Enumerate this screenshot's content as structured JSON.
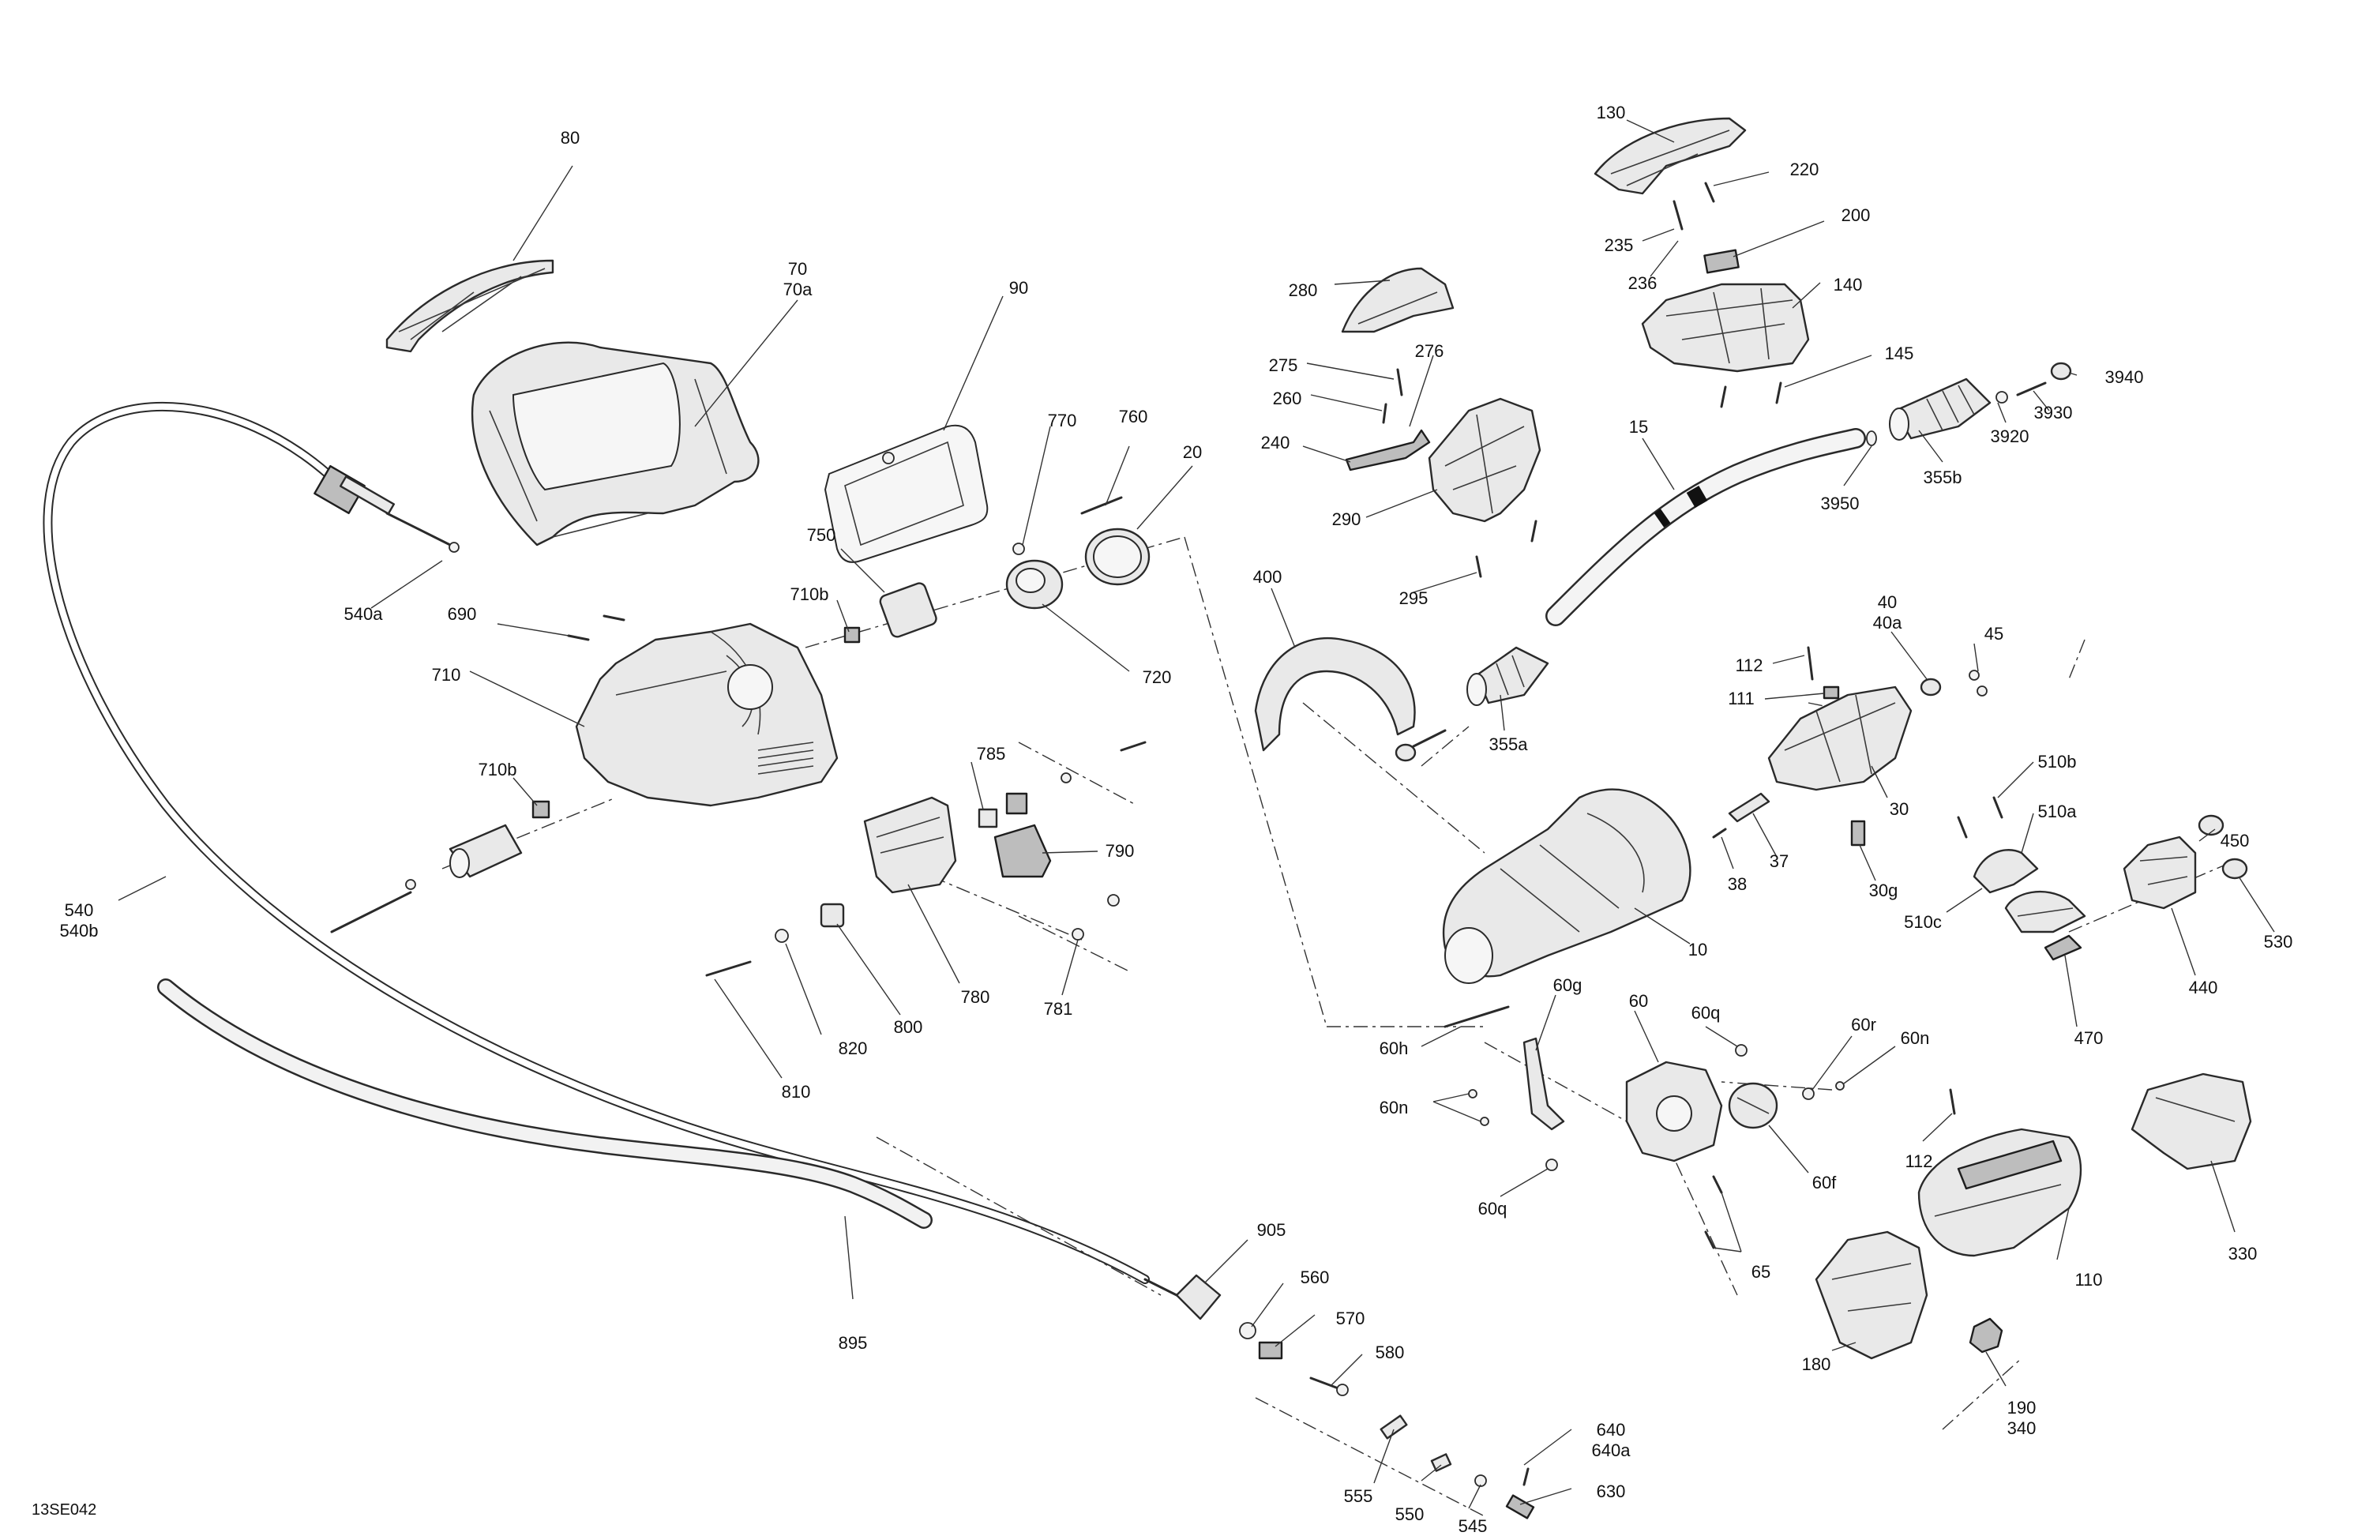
{
  "reference": "13SE042",
  "callouts": [
    {
      "id": "c80",
      "lines": [
        "80"
      ]
    },
    {
      "id": "c70",
      "lines": [
        "70",
        "70a"
      ]
    },
    {
      "id": "c90",
      "lines": [
        "90"
      ]
    },
    {
      "id": "c770",
      "lines": [
        "770"
      ]
    },
    {
      "id": "c760",
      "lines": [
        "760"
      ]
    },
    {
      "id": "c20",
      "lines": [
        "20"
      ]
    },
    {
      "id": "c750",
      "lines": [
        "750"
      ]
    },
    {
      "id": "c540a",
      "lines": [
        "540a"
      ]
    },
    {
      "id": "c690",
      "lines": [
        "690"
      ]
    },
    {
      "id": "c710b1",
      "lines": [
        "710b"
      ]
    },
    {
      "id": "c720",
      "lines": [
        "720"
      ]
    },
    {
      "id": "c710",
      "lines": [
        "710"
      ]
    },
    {
      "id": "c710b2",
      "lines": [
        "710b"
      ]
    },
    {
      "id": "c785",
      "lines": [
        "785"
      ]
    },
    {
      "id": "c790",
      "lines": [
        "790"
      ]
    },
    {
      "id": "c540",
      "lines": [
        "540",
        "540b"
      ]
    },
    {
      "id": "c780",
      "lines": [
        "780"
      ]
    },
    {
      "id": "c800",
      "lines": [
        "800"
      ]
    },
    {
      "id": "c820",
      "lines": [
        "820"
      ]
    },
    {
      "id": "c781",
      "lines": [
        "781"
      ]
    },
    {
      "id": "c810",
      "lines": [
        "810"
      ]
    },
    {
      "id": "c905",
      "lines": [
        "905"
      ]
    },
    {
      "id": "c560",
      "lines": [
        "560"
      ]
    },
    {
      "id": "c570",
      "lines": [
        "570"
      ]
    },
    {
      "id": "c580",
      "lines": [
        "580"
      ]
    },
    {
      "id": "c895",
      "lines": [
        "895"
      ]
    },
    {
      "id": "c640",
      "lines": [
        "640",
        "640a"
      ]
    },
    {
      "id": "c630",
      "lines": [
        "630"
      ]
    },
    {
      "id": "c555",
      "lines": [
        "555"
      ]
    },
    {
      "id": "c550",
      "lines": [
        "550"
      ]
    },
    {
      "id": "c545",
      "lines": [
        "545"
      ]
    },
    {
      "id": "c130",
      "lines": [
        "130"
      ]
    },
    {
      "id": "c220",
      "lines": [
        "220"
      ]
    },
    {
      "id": "c200",
      "lines": [
        "200"
      ]
    },
    {
      "id": "c235",
      "lines": [
        "235"
      ]
    },
    {
      "id": "c236",
      "lines": [
        "236"
      ]
    },
    {
      "id": "c140",
      "lines": [
        "140"
      ]
    },
    {
      "id": "c280",
      "lines": [
        "280"
      ]
    },
    {
      "id": "c275",
      "lines": [
        "275"
      ]
    },
    {
      "id": "c276",
      "lines": [
        "276"
      ]
    },
    {
      "id": "c260",
      "lines": [
        "260"
      ]
    },
    {
      "id": "c145",
      "lines": [
        "145"
      ]
    },
    {
      "id": "c3940",
      "lines": [
        "3940"
      ]
    },
    {
      "id": "c240",
      "lines": [
        "240"
      ]
    },
    {
      "id": "c3930",
      "lines": [
        "3930"
      ]
    },
    {
      "id": "c15",
      "lines": [
        "15"
      ]
    },
    {
      "id": "c3920",
      "lines": [
        "3920"
      ]
    },
    {
      "id": "c290",
      "lines": [
        "290"
      ]
    },
    {
      "id": "c355b",
      "lines": [
        "355b"
      ]
    },
    {
      "id": "c3950",
      "lines": [
        "3950"
      ]
    },
    {
      "id": "c295",
      "lines": [
        "295"
      ]
    },
    {
      "id": "c400",
      "lines": [
        "400"
      ]
    },
    {
      "id": "c40",
      "lines": [
        "40",
        "40a"
      ]
    },
    {
      "id": "c45",
      "lines": [
        "45"
      ]
    },
    {
      "id": "c112a",
      "lines": [
        "112"
      ]
    },
    {
      "id": "c111",
      "lines": [
        "111"
      ]
    },
    {
      "id": "c355a",
      "lines": [
        "355a"
      ]
    },
    {
      "id": "c510b",
      "lines": [
        "510b"
      ]
    },
    {
      "id": "c30",
      "lines": [
        "30"
      ]
    },
    {
      "id": "c510a",
      "lines": [
        "510a"
      ]
    },
    {
      "id": "c450",
      "lines": [
        "450"
      ]
    },
    {
      "id": "c38",
      "lines": [
        "38"
      ]
    },
    {
      "id": "c37",
      "lines": [
        "37"
      ]
    },
    {
      "id": "c30g",
      "lines": [
        "30g"
      ]
    },
    {
      "id": "c510c",
      "lines": [
        "510c"
      ]
    },
    {
      "id": "c530",
      "lines": [
        "530"
      ]
    },
    {
      "id": "c10",
      "lines": [
        "10"
      ]
    },
    {
      "id": "c440",
      "lines": [
        "440"
      ]
    },
    {
      "id": "c60g",
      "lines": [
        "60g"
      ]
    },
    {
      "id": "c60",
      "lines": [
        "60"
      ]
    },
    {
      "id": "c60q1",
      "lines": [
        "60q"
      ]
    },
    {
      "id": "c470",
      "lines": [
        "470"
      ]
    },
    {
      "id": "c60h",
      "lines": [
        "60h"
      ]
    },
    {
      "id": "c60r",
      "lines": [
        "60r"
      ]
    },
    {
      "id": "c60n1",
      "lines": [
        "60n"
      ]
    },
    {
      "id": "c60n2",
      "lines": [
        "60n"
      ]
    },
    {
      "id": "c112b",
      "lines": [
        "112"
      ]
    },
    {
      "id": "c60f",
      "lines": [
        "60f"
      ]
    },
    {
      "id": "c60q2",
      "lines": [
        "60q"
      ]
    },
    {
      "id": "c65",
      "lines": [
        "65"
      ]
    },
    {
      "id": "c330",
      "lines": [
        "330"
      ]
    },
    {
      "id": "c110",
      "lines": [
        "110"
      ]
    },
    {
      "id": "c180",
      "lines": [
        "180"
      ]
    },
    {
      "id": "c190",
      "lines": [
        "190",
        "340"
      ]
    }
  ]
}
